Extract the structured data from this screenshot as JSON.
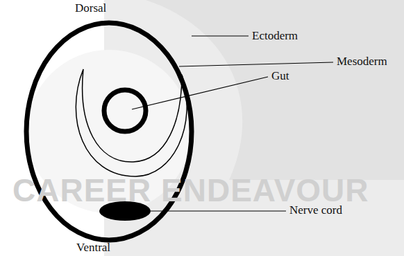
{
  "diagram": {
    "labels": [
      "Dorsal",
      "Ectoderm",
      "Mesoderm",
      "Gut",
      "Nerve cord",
      "Ventral",
      "CAREER ENDEAVOUR"
    ]
  }
}
